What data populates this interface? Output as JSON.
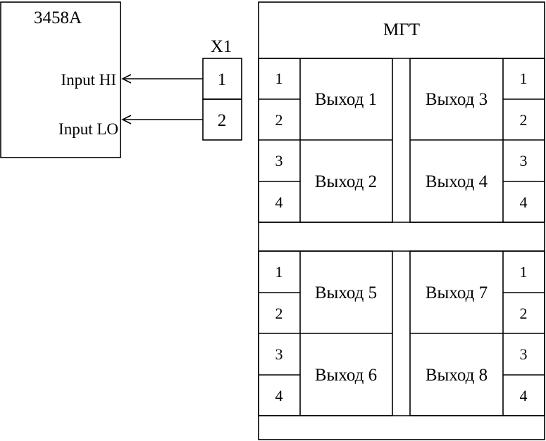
{
  "instrument": {
    "title": "3458A",
    "input_hi": "Input HI",
    "input_lo": "Input LO"
  },
  "connector": {
    "label": "X1",
    "pins": [
      "1",
      "2"
    ]
  },
  "mgt": {
    "title": "МГТ",
    "outputs": [
      {
        "label": "Выход 1",
        "pins": [
          "1",
          "2"
        ]
      },
      {
        "label": "Выход 2",
        "pins": [
          "3",
          "4"
        ]
      },
      {
        "label": "Выход 3",
        "pins": [
          "1",
          "2"
        ]
      },
      {
        "label": "Выход 4",
        "pins": [
          "3",
          "4"
        ]
      },
      {
        "label": "Выход 5",
        "pins": [
          "1",
          "2"
        ]
      },
      {
        "label": "Выход 6",
        "pins": [
          "3",
          "4"
        ]
      },
      {
        "label": "Выход 7",
        "pins": [
          "1",
          "2"
        ]
      },
      {
        "label": "Выход 8",
        "pins": [
          "3",
          "4"
        ]
      }
    ]
  }
}
